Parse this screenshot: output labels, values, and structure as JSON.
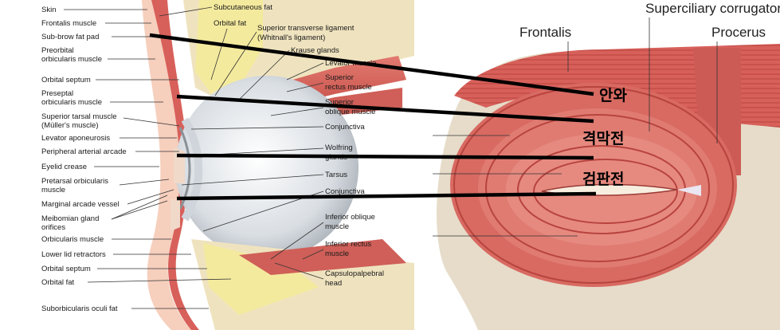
{
  "left_labels": [
    "Skin",
    "Frontalis muscle",
    "Sub-brow fat pad",
    "Preorbital",
    "orbicularis muscle",
    "Orbital septum",
    "Preseptal",
    "orbicularis muscle",
    "Superior tarsal muscle",
    "(Müller's muscle)",
    "Levator aponeurosis",
    "Peripheral arterial arcade",
    "Eyelid crease",
    "Pretarsal orbicularis",
    "muscle",
    "Marginal arcade vessel",
    "Meibomian gland",
    "orifices",
    "Orbicularis muscle",
    "Lower lid retractors",
    "Orbital septum",
    "Orbital fat",
    "Suborbicularis oculi fat"
  ],
  "right_labels": [
    "Subcutaneous fat",
    "Orbital fat",
    "Superior transverse ligament",
    "(Whitnall's ligament)",
    "Krause glands",
    "Levator muscle",
    "Superior",
    "rectus muscle",
    "Superior",
    "oblique muscle",
    "Conjunctiva",
    "Wolfring",
    "glands",
    "Tarsus",
    "Conjunctiva",
    "Inferior oblique",
    "muscle",
    "Inferior rectus",
    "muscle",
    "Capsulopalpebral",
    "head"
  ],
  "face_labels": {
    "frontalis": "Frontalis",
    "corrugator": "Superciliary corrugator",
    "procerus": "Procerus"
  },
  "korean_labels": {
    "orbital": "안와",
    "preseptal": "격막전",
    "pretarsal": "검판전"
  },
  "colors": {
    "muscle": "#d8605a",
    "muscle_dark": "#b03a34",
    "fat": "#f3e6a6",
    "skin": "#f6d2c0",
    "bone": "#e9d9b0",
    "eye": "#d8dde2",
    "line": "#000000"
  }
}
